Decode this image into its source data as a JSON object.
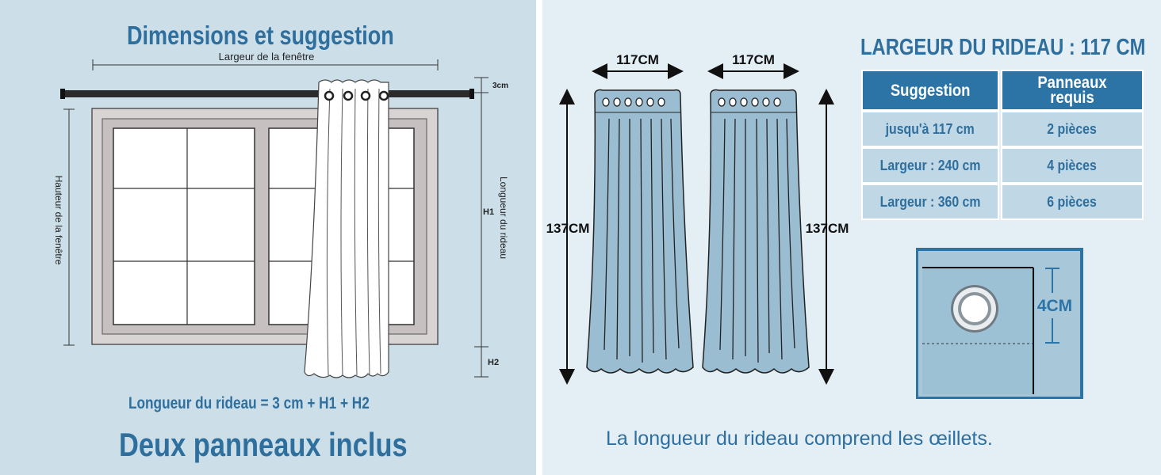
{
  "left": {
    "title": "Dimensions et suggestion",
    "window_width_label": "Largeur de la fenêtre",
    "window_height_label": "Hauteur de la fenêtre",
    "curtain_length_label": "Longueur du rideau",
    "top_gap_label": "3cm",
    "h1_label": "H1",
    "h2_label": "H2",
    "formula": "Longueur du rideau = 3 cm + H1 + H2",
    "included": "Deux panneaux inclus"
  },
  "right": {
    "panel_width_label_1": "117CM",
    "panel_width_label_2": "117CM",
    "panel_height_label_1": "137CM",
    "panel_height_label_2": "137CM",
    "title": "LARGEUR DU RIDEAU : 117 CM",
    "table": {
      "headers": [
        "Suggestion",
        "Panneaux requis"
      ],
      "rows": [
        [
          "jusqu'à 117 cm",
          "2 pièces"
        ],
        [
          "Largeur : 240 cm",
          "4 pièces"
        ],
        [
          "Largeur : 360 cm",
          "6 pièces"
        ]
      ]
    },
    "grommet_label": "4CM",
    "footer_note": "La longueur du rideau comprend les œillets."
  },
  "colors": {
    "left_background": "#ccdfe9",
    "right_background": "#e4eef5",
    "accent_blue": "#2e6f9e",
    "header_blue": "#2c73a6",
    "curtain_blue": "#9bbdd1"
  }
}
